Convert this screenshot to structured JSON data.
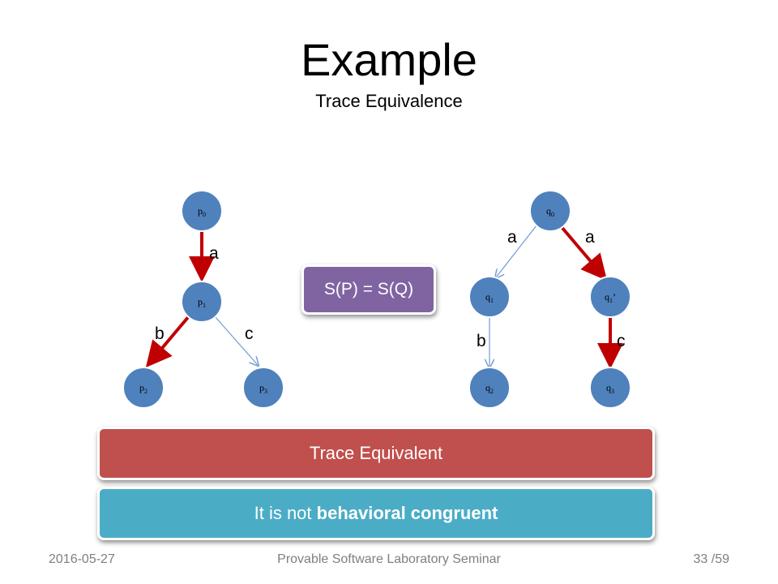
{
  "slide": {
    "title": "Example",
    "subtitle": "Trace Equivalence"
  },
  "diagram": {
    "P": {
      "nodes": [
        {
          "base": "p",
          "sub": "0",
          "prime": ""
        },
        {
          "base": "p",
          "sub": "1",
          "prime": ""
        },
        {
          "base": "p",
          "sub": "2",
          "prime": ""
        },
        {
          "base": "p",
          "sub": "3",
          "prime": ""
        }
      ],
      "edges": [
        {
          "from": "p0",
          "to": "p1",
          "label": "a",
          "highlight": true
        },
        {
          "from": "p1",
          "to": "p2",
          "label": "b",
          "highlight": true
        },
        {
          "from": "p1",
          "to": "p3",
          "label": "c",
          "highlight": false
        }
      ]
    },
    "Q": {
      "nodes": [
        {
          "base": "q",
          "sub": "0",
          "prime": ""
        },
        {
          "base": "q",
          "sub": "1",
          "prime": ""
        },
        {
          "base": "q",
          "sub": "1",
          "prime": "’"
        },
        {
          "base": "q",
          "sub": "2",
          "prime": ""
        },
        {
          "base": "q",
          "sub": "3",
          "prime": ""
        }
      ],
      "edges": [
        {
          "from": "q0",
          "to": "q1",
          "label": "a",
          "highlight": false
        },
        {
          "from": "q0",
          "to": "q1'",
          "label": "a",
          "highlight": true
        },
        {
          "from": "q1",
          "to": "q2",
          "label": "b",
          "highlight": false
        },
        {
          "from": "q1'",
          "to": "q3",
          "label": "c",
          "highlight": true
        }
      ]
    },
    "equation": "S(P) = S(Q)"
  },
  "colors": {
    "node_fill": "#4f81bd",
    "highlight_edge": "#c00000",
    "normal_edge": "#6f9bd1",
    "equation_box": "#8064a2",
    "result_bar": "#c0504d",
    "note_bar": "#4bacc6"
  },
  "results": {
    "verdict": "Trace Equivalent",
    "note_prefix": "It is not ",
    "note_bold": "behavioral congruent"
  },
  "footer": {
    "date": "2016-05-27",
    "seminar": "Provable Software Laboratory Seminar",
    "page": "33",
    "total": "/59"
  }
}
